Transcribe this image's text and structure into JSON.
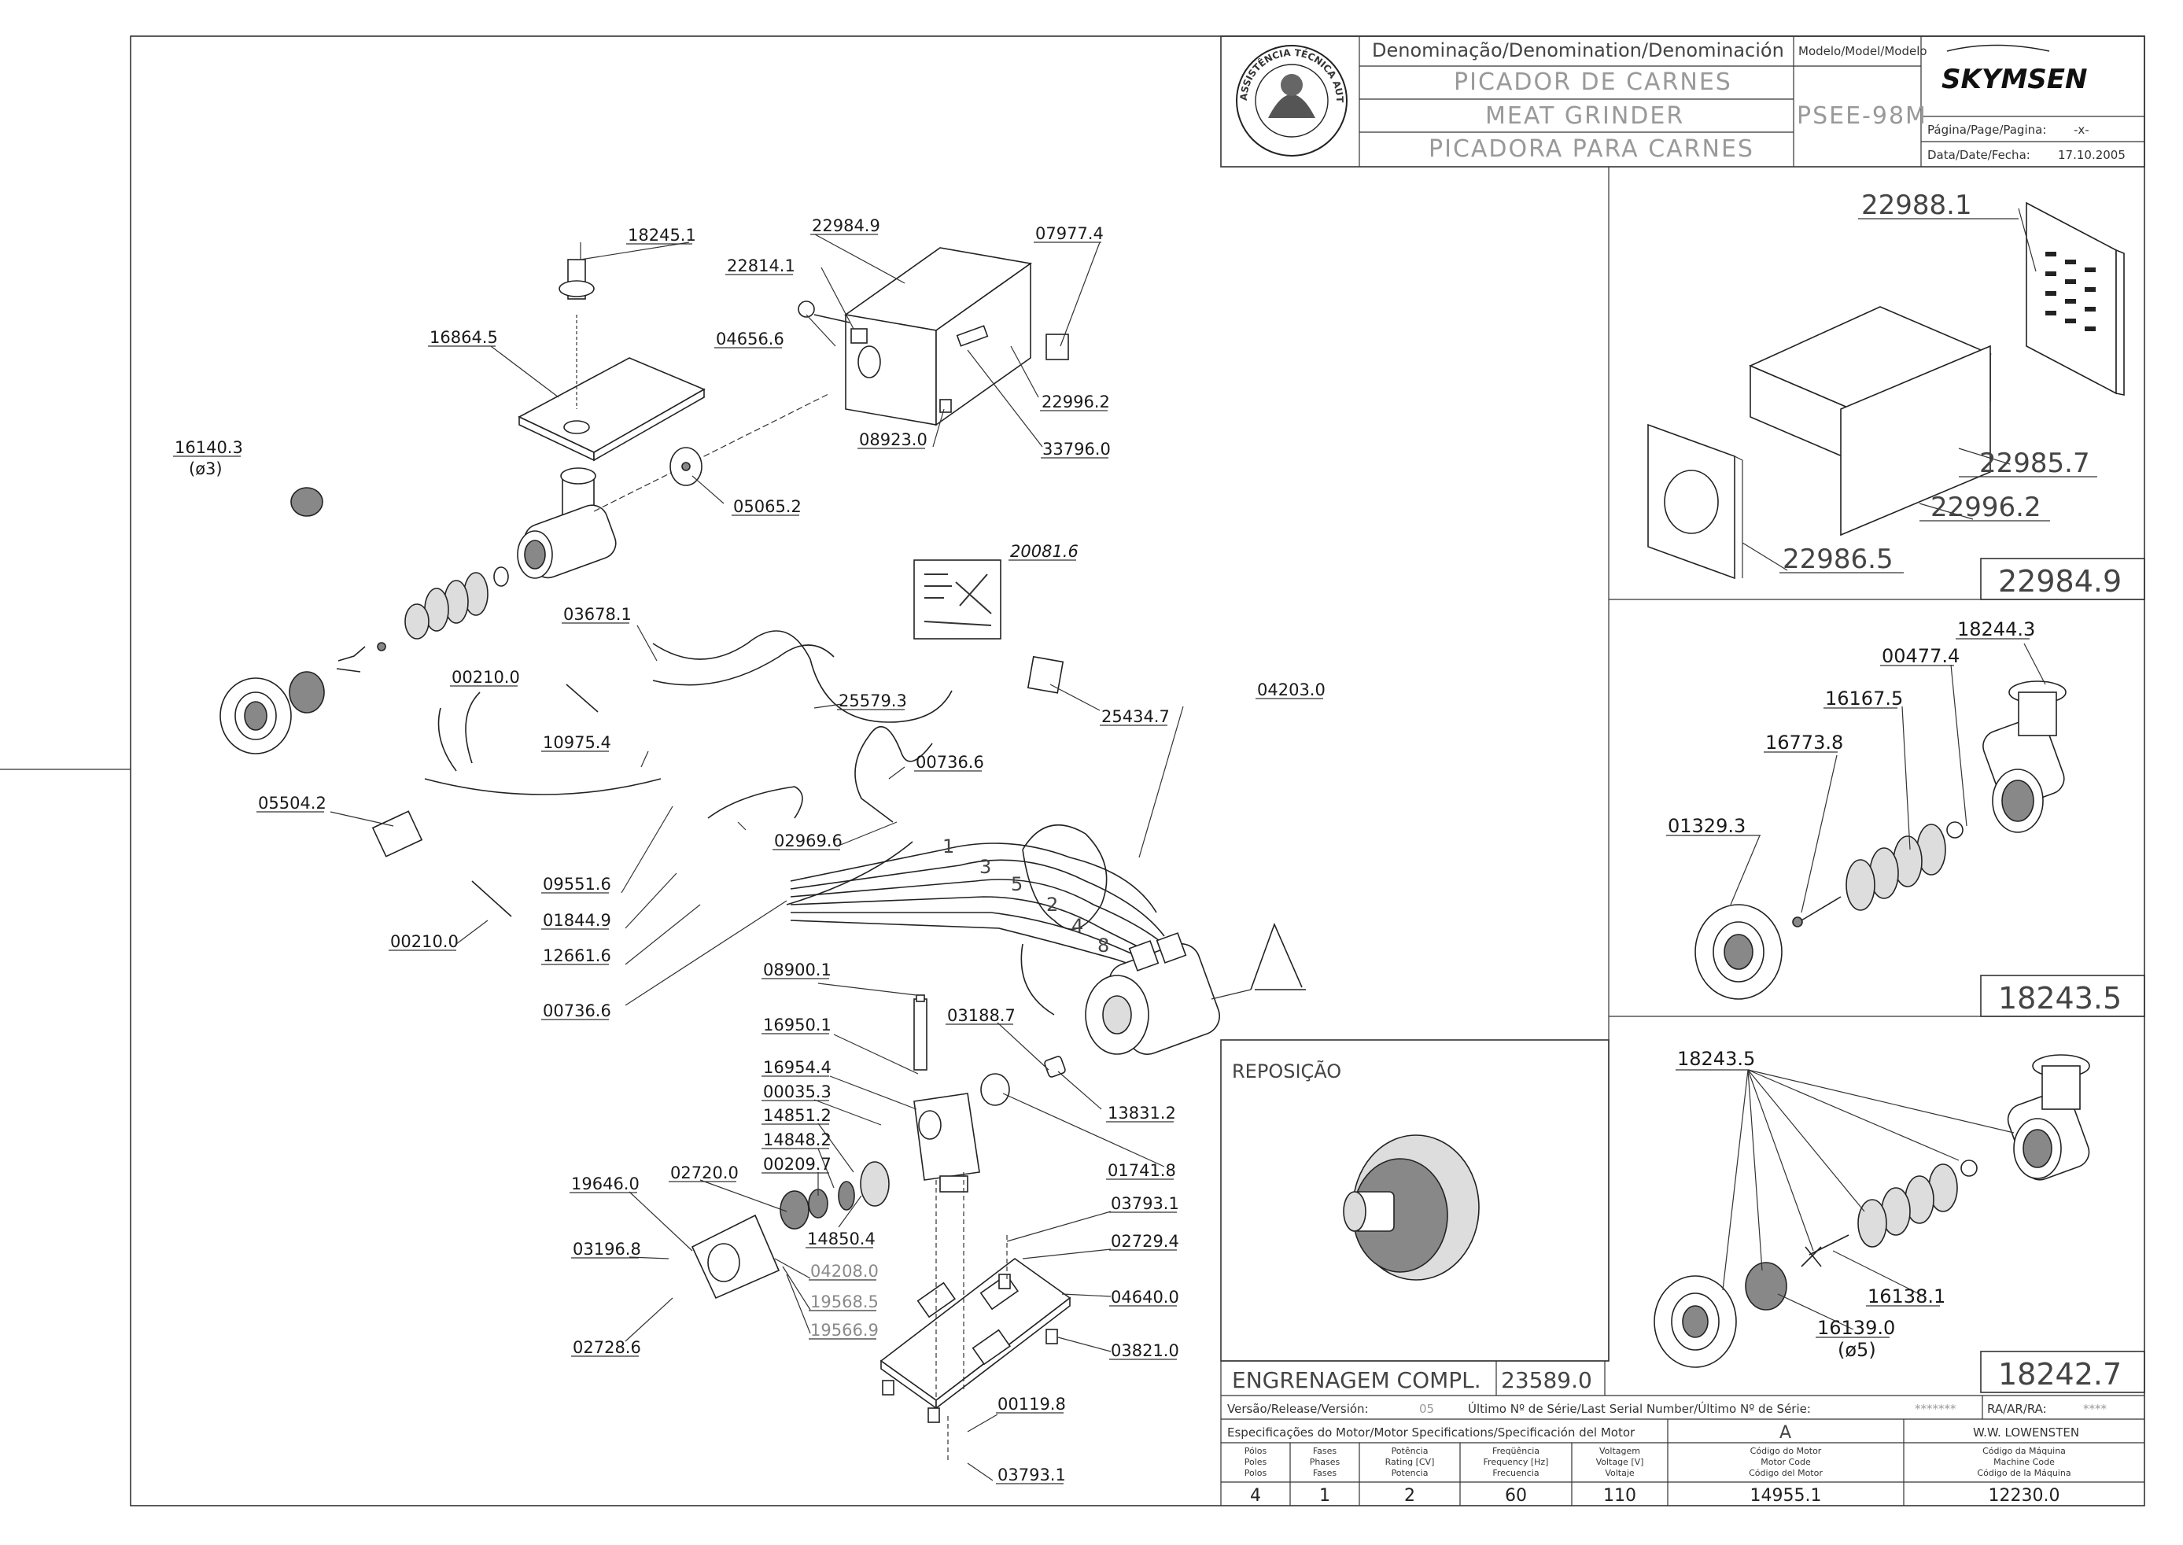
{
  "header": {
    "denomination_label": "Denominação/Denomination/Denominación",
    "name_pt": "PICADOR DE CARNES",
    "name_en": "MEAT GRINDER",
    "name_es": "PICADORA   PARA CARNES",
    "model_label": "Modelo/Model/Modelo",
    "model": "PSEE-98M",
    "brand": "SKYMSEN",
    "page_label": "Página/Page/Pagina:",
    "page_value": "-x-",
    "date_label": "Data/Date/Fecha:",
    "date_value": "17.10.2005",
    "seal_text": "ASSISTÊNCIA TÉCNICA AUTORIZADA"
  },
  "main_labels": [
    "18245.1",
    "22984.9",
    "22814.1",
    "07977.4",
    "16864.5",
    "04656.6",
    "22996.2",
    "08923.0",
    "33796.0",
    "16140.3",
    "(ø3)",
    "05065.2",
    "20081.6",
    "03678.1",
    "00210.0",
    "25579.3",
    "10975.4",
    "04203.0",
    "25434.7",
    "00736.6",
    "05504.2",
    "02969.6",
    "09551.6",
    "01844.9",
    "12661.6",
    "00210.0",
    "00736.6",
    "08900.1",
    "03188.7",
    "16950.1",
    "16954.4",
    "00035.3",
    "13831.2",
    "14851.2",
    "14848.2",
    "00209.7",
    "01741.8",
    "19646.0",
    "02720.0",
    "14850.4",
    "03793.1",
    "03196.8",
    "02729.4",
    "04208.0",
    "19568.5",
    "04640.0",
    "19566.9",
    "02728.6",
    "03821.0",
    "00119.8",
    "03793.1"
  ],
  "wire_numbers": [
    "1",
    "3",
    "5",
    "2",
    "4",
    "8"
  ],
  "motor_letter": "A",
  "panel_housing": {
    "labels": [
      "22988.1",
      "22985.7",
      "22996.2",
      "22986.5"
    ],
    "assembly": "22984.9"
  },
  "panel_barrel": {
    "labels": [
      "18244.3",
      "00477.4",
      "16167.5",
      "16773.8",
      "01329.3"
    ],
    "assembly": "18243.5"
  },
  "panel_kit": {
    "labels": [
      "18243.5",
      "16138.1",
      "16139.0",
      "(ø5)"
    ],
    "assembly": "18242.7"
  },
  "replacement": {
    "title": "REPOSIÇÃO",
    "part_name": "ENGRENAGEM COMPL.",
    "part_code": "23589.0"
  },
  "footer": {
    "version_label": "Versão/Release/Versión:",
    "version_value": "05",
    "serial_label": "Último Nº de Série/Last Serial Number/Último Nº de Série:",
    "serial_value": "*******",
    "ra_label": "RA/AR/RA:",
    "ra_value": "****",
    "motor_spec_label": "Especificações do Motor/Motor Specifications/Specificación del Motor",
    "motor_letter": "A",
    "engineer": "W.W. LOWENSTEN",
    "columns": [
      {
        "l1": "Pólos",
        "l2": "Poles",
        "l3": "Polos",
        "value": "4"
      },
      {
        "l1": "Fases",
        "l2": "Phases",
        "l3": "Fases",
        "value": "1"
      },
      {
        "l1": "Potência",
        "l2": "Rating [CV]",
        "l3": "Potencia",
        "value": "2"
      },
      {
        "l1": "Freqüência",
        "l2": "Frequency [Hz]",
        "l3": "Frecuencia",
        "value": "60"
      },
      {
        "l1": "Voltagem",
        "l2": "Voltage [V]",
        "l3": "Voltaje",
        "value": "110"
      },
      {
        "l1": "Código do Motor",
        "l2": "Motor Code",
        "l3": "Código del Motor",
        "value": "14955.1"
      },
      {
        "l1": "Código da Máquina",
        "l2": "Machine Code",
        "l3": "Código de la Máquina",
        "value": "12230.0"
      }
    ]
  }
}
